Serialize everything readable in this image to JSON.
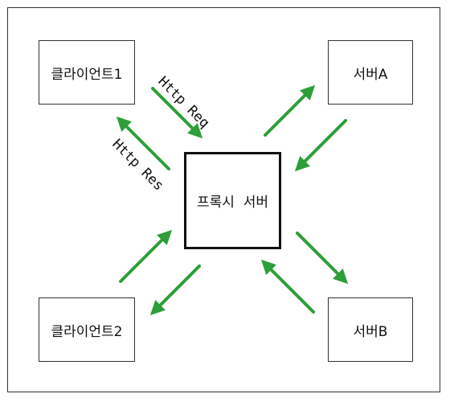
{
  "nodes": {
    "client1": "클라이언트1",
    "client2": "클라이언트2",
    "proxy": "프록시  서버",
    "serverA": "서버A",
    "serverB": "서버B"
  },
  "edge_labels": {
    "request": "Http Req",
    "response": "Http Res"
  },
  "colors": {
    "arrow": "#2e9e3a",
    "border": "#333333"
  }
}
